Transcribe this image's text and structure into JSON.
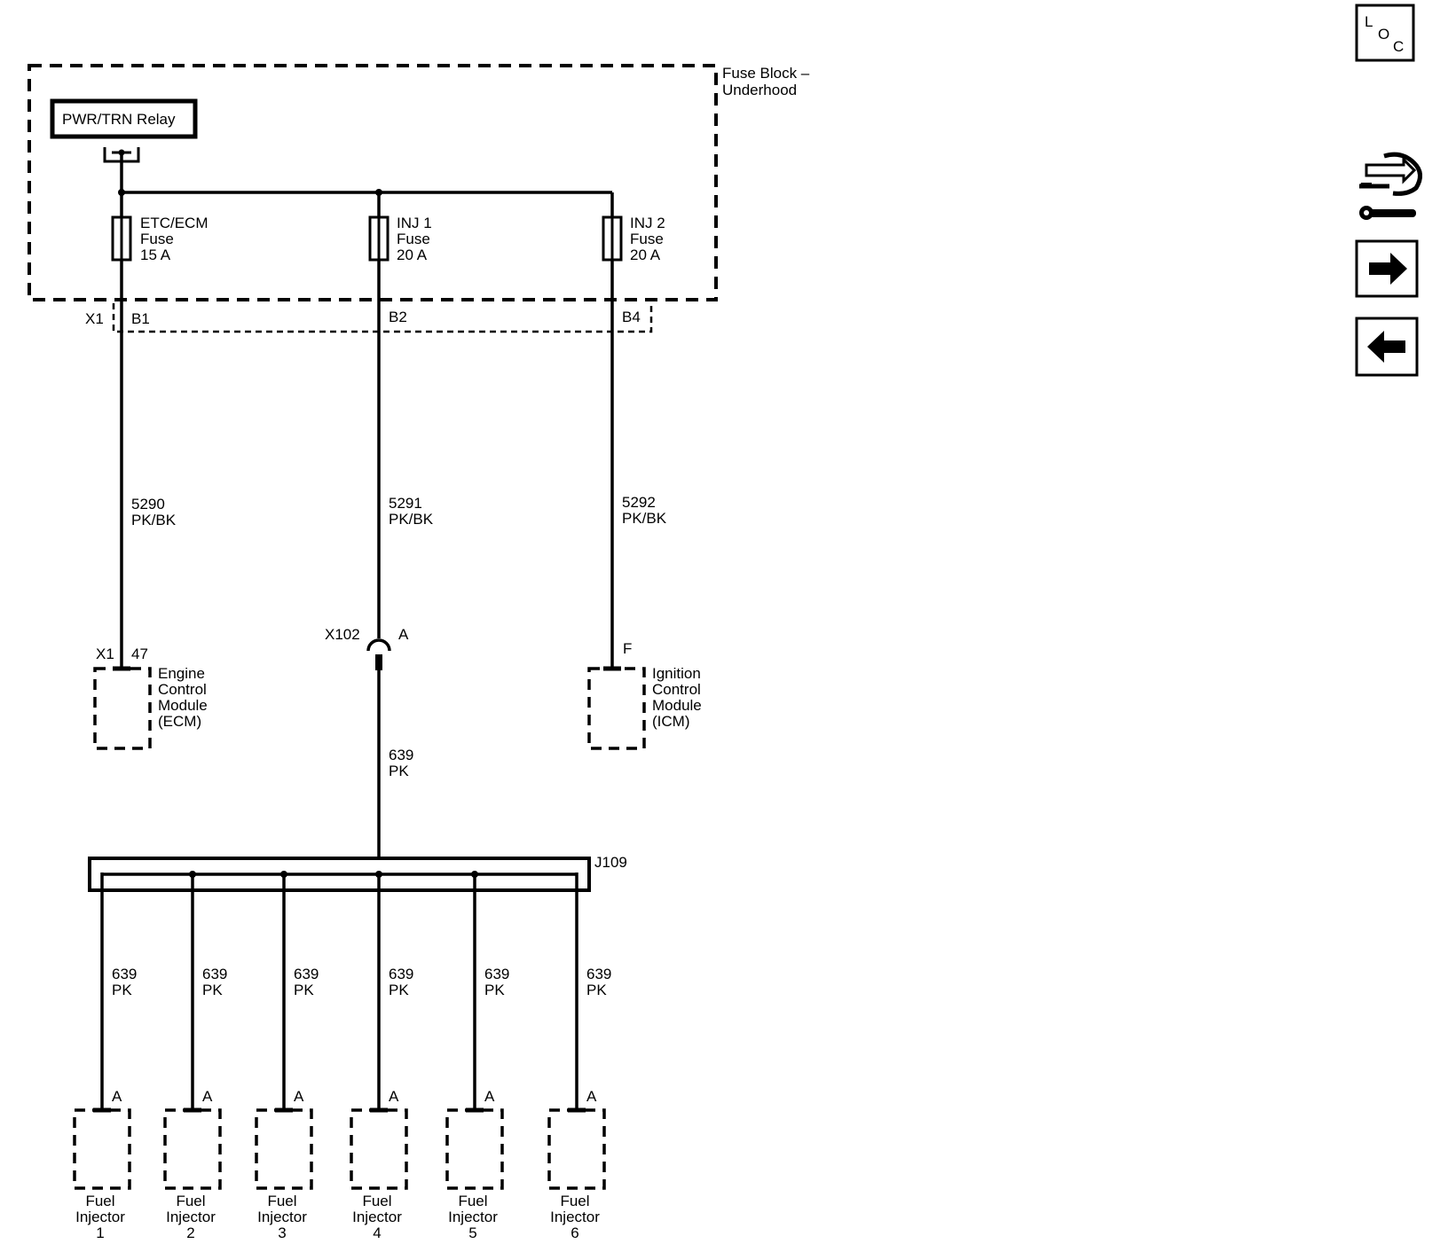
{
  "fuse_block": {
    "title_line1": "Fuse Block –",
    "title_line2": "Underhood"
  },
  "relay": {
    "label": "PWR/TRN Relay"
  },
  "fuses": [
    {
      "line1": "ETC/ECM",
      "line2": "Fuse",
      "line3": "15 A"
    },
    {
      "line1": "INJ 1",
      "line2": "Fuse",
      "line3": "20 A"
    },
    {
      "line1": "INJ 2",
      "line2": "Fuse",
      "line3": "20 A"
    }
  ],
  "connector_x1": {
    "label": "X1",
    "pins": [
      "B1",
      "B2",
      "B4"
    ]
  },
  "wires_upper": [
    {
      "circuit": "5290",
      "color": "PK/BK"
    },
    {
      "circuit": "5291",
      "color": "PK/BK"
    },
    {
      "circuit": "5292",
      "color": "PK/BK"
    }
  ],
  "ecm": {
    "connector": "X1",
    "pin": "47",
    "line1": "Engine",
    "line2": "Control",
    "line3": "Module",
    "line4": "(ECM)"
  },
  "x102": {
    "label": "X102",
    "pin": "A"
  },
  "icm": {
    "pin": "F",
    "line1": "Ignition",
    "line2": "Control",
    "line3": "Module",
    "line4": "(ICM)"
  },
  "wire_middle": {
    "circuit": "639",
    "color": "PK"
  },
  "splice": {
    "label": "J109"
  },
  "injector_wires": [
    {
      "circuit": "639",
      "color": "PK"
    },
    {
      "circuit": "639",
      "color": "PK"
    },
    {
      "circuit": "639",
      "color": "PK"
    },
    {
      "circuit": "639",
      "color": "PK"
    },
    {
      "circuit": "639",
      "color": "PK"
    },
    {
      "circuit": "639",
      "color": "PK"
    }
  ],
  "injectors": [
    {
      "pin": "A",
      "line1": "Fuel",
      "line2": "Injector",
      "line3": "1"
    },
    {
      "pin": "A",
      "line1": "Fuel",
      "line2": "Injector",
      "line3": "2"
    },
    {
      "pin": "A",
      "line1": "Fuel",
      "line2": "Injector",
      "line3": "3"
    },
    {
      "pin": "A",
      "line1": "Fuel",
      "line2": "Injector",
      "line3": "4"
    },
    {
      "pin": "A",
      "line1": "Fuel",
      "line2": "Injector",
      "line3": "5"
    },
    {
      "pin": "A",
      "line1": "Fuel",
      "line2": "Injector",
      "line3": "6"
    }
  ],
  "nav": {
    "loc_l": "L",
    "loc_o": "O",
    "loc_c": "C"
  },
  "icons": [
    "loc-icon",
    "component-views-icon",
    "arrow-right-icon",
    "arrow-left-icon"
  ]
}
